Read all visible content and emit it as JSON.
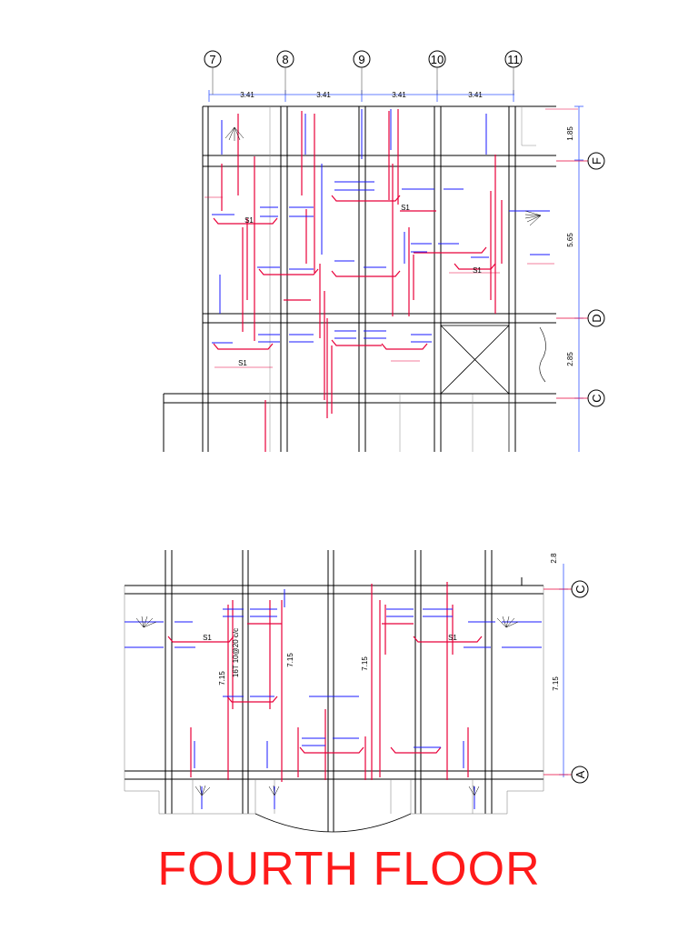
{
  "title": "FOURTH FLOOR",
  "upper_plan": {
    "grid_columns": [
      "7",
      "8",
      "9",
      "10",
      "11"
    ],
    "grid_rows": [
      "F",
      "D",
      "C"
    ],
    "column_spacings": [
      "3.41",
      "3.41",
      "3.41",
      "3.41"
    ],
    "row_dims": [
      "1.85",
      "5.65",
      "2.85"
    ],
    "slab_labels": [
      "S1",
      "S1",
      "S1",
      "S1"
    ]
  },
  "lower_plan": {
    "grid_rows": [
      "C",
      "A"
    ],
    "row_dims": [
      "2.8",
      "7.15"
    ],
    "span_labels": [
      "7.15",
      "7.15",
      "7.15"
    ],
    "bar_note": "16T 10@20 c/c",
    "slab_labels": [
      "S1",
      "S1"
    ]
  },
  "colors": {
    "rebar": "#e8003a",
    "dimension": "#1a1aff",
    "structure": "#000000",
    "title": "#ff1a1a"
  }
}
